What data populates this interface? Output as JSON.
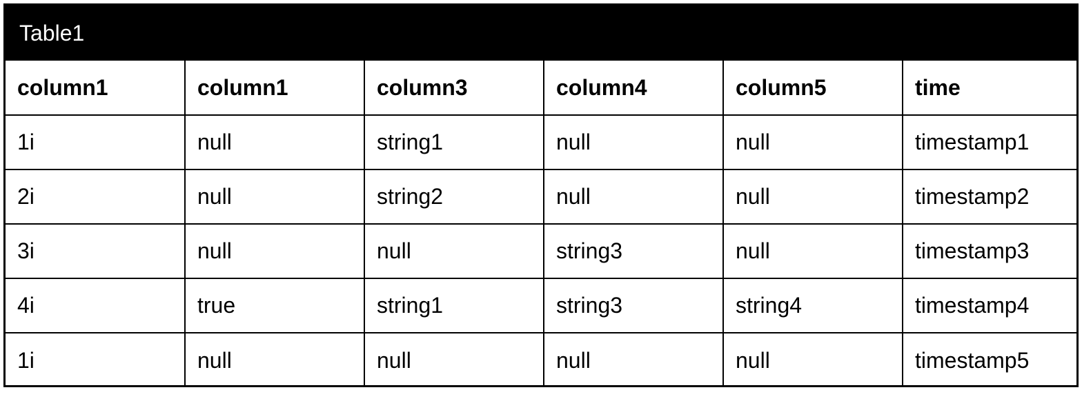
{
  "table": {
    "title": "Table1",
    "headers": [
      "column1",
      "column1",
      "column3",
      "column4",
      "column5",
      "time"
    ],
    "rows": [
      [
        "1i",
        "null",
        "string1",
        "null",
        "null",
        "timestamp1"
      ],
      [
        "2i",
        "null",
        "string2",
        "null",
        "null",
        "timestamp2"
      ],
      [
        "3i",
        "null",
        "null",
        "string3",
        "null",
        "timestamp3"
      ],
      [
        "4i",
        "true",
        "string1",
        "string3",
        "string4",
        "timestamp4"
      ],
      [
        "1i",
        "null",
        "null",
        "null",
        "null",
        "timestamp5"
      ]
    ]
  },
  "colors": {
    "title_bar_bg": "#000000",
    "title_text": "#ffffff",
    "border": "#000000",
    "cell_text": "#000000"
  }
}
